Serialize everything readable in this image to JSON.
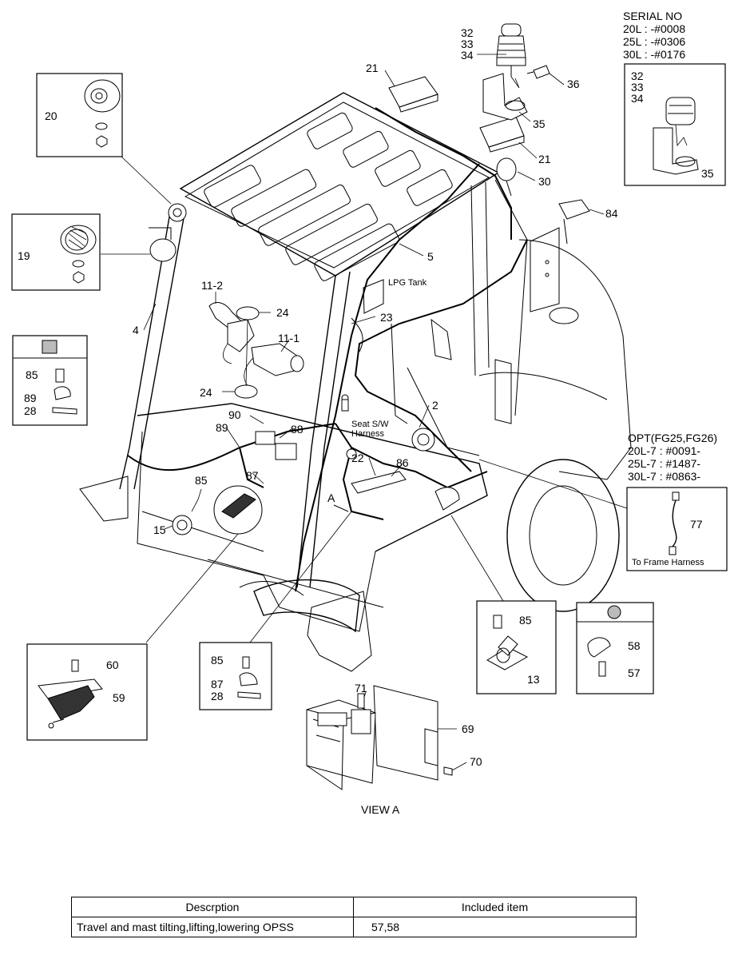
{
  "serial": {
    "heading": "SERIAL NO",
    "lines": [
      "20L : -#0008",
      "25L : -#0306",
      "30L : -#0176"
    ]
  },
  "option": {
    "heading": "OPT(FG25,FG26)",
    "lines": [
      "20L-7 : #0091-",
      "25L-7 : #1487-",
      "30L-7 : #0863-"
    ]
  },
  "labels": {
    "lpg_tank": "LPG Tank",
    "seat_switch_1": "Seat S/W",
    "seat_switch_2": "Harness",
    "view_a_marker": "A",
    "view_a": "VIEW A",
    "to_frame_harness": "To Frame Harness"
  },
  "callouts": {
    "c32": "32",
    "c33": "33",
    "c34": "34",
    "c35": "35",
    "c36": "36",
    "c21": "21",
    "c30": "30",
    "c84": "84",
    "c5": "5",
    "c20": "20",
    "c19": "19",
    "c4": "4",
    "c11_2": "11-2",
    "c11_1": "11-1",
    "c24": "24",
    "c23": "23",
    "c2": "2",
    "c85": "85",
    "c89": "89",
    "c28": "28",
    "c90": "90",
    "c88": "88",
    "c22": "22",
    "c86": "86",
    "c87": "87",
    "c15": "15",
    "c77": "77",
    "c13": "13",
    "c58": "58",
    "c57": "57",
    "c60": "60",
    "c59": "59",
    "c71": "71",
    "c69": "69",
    "c70": "70"
  },
  "table": {
    "headers": [
      "Descrption",
      "Included item"
    ],
    "rows": [
      {
        "description": "Travel and mast tilting,lifting,lowering OPSS",
        "items": "57,58"
      }
    ]
  },
  "legend_markers": {
    "square": "square-hatched-icon",
    "circle": "circle-hatched-icon"
  }
}
